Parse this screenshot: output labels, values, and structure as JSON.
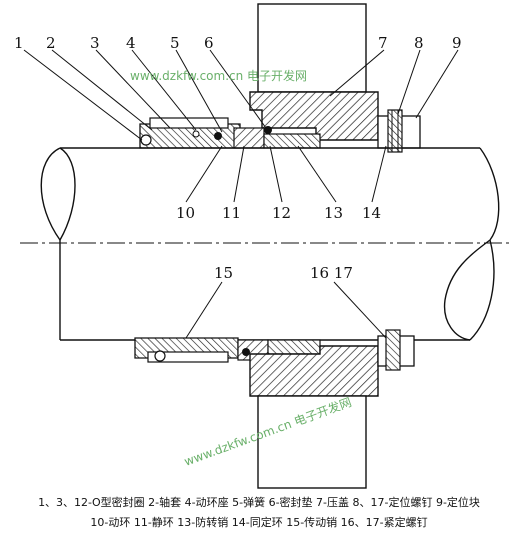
{
  "labels": {
    "top": [
      "1",
      "2",
      "3",
      "4",
      "5",
      "6",
      "7",
      "8",
      "9"
    ],
    "middle": [
      "10",
      "11",
      "12",
      "13",
      "14"
    ],
    "bottom": [
      "15",
      "16 17"
    ]
  },
  "watermark": "www.dzkfw.com.cn 电子开发网",
  "caption": {
    "line1": "1、3、12-O型密封圈 2-轴套 4-动环座 5-弹簧 6-密封垫 7-压盖 8、17-定位螺钉  9-定位块",
    "line2": "10-动环 11-静环  13-防转销 14-同定环  15-传动销 16、17-紧定螺钉"
  }
}
